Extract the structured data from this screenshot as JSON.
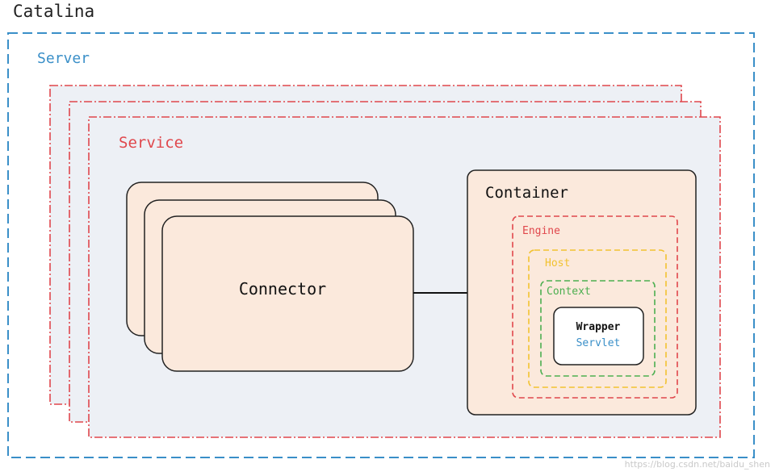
{
  "labels": {
    "catalina": "Catalina",
    "server": "Server",
    "service": "Service",
    "connector": "Connector",
    "container": "Container",
    "engine": "Engine",
    "host": "Host",
    "context": "Context",
    "wrapper": "Wrapper",
    "servlet": "Servlet"
  },
  "footer": {
    "url": "https://blog.csdn.net/baidu_shen"
  },
  "colors": {
    "server": "#3a8fc8",
    "service": "#e0474c",
    "engine": "#e0474c",
    "host": "#f2c230",
    "context": "#4caf50",
    "servlet": "#3a8fc8",
    "box_fill": "#fbe9dc",
    "service_fill": "#edf0f5"
  }
}
